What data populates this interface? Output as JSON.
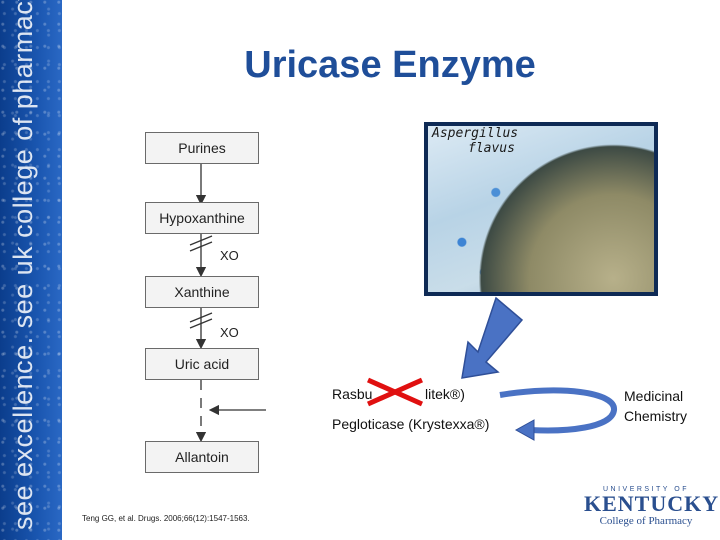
{
  "brand": {
    "tagline": "see excellence. see uk college of pharmacy."
  },
  "slide": {
    "title": "Uricase Enzyme"
  },
  "pathway": {
    "purines": "Purines",
    "hypoxanthine": "Hypoxanthine",
    "xanthine": "Xanthine",
    "uric_acid": "Uric acid",
    "allantoin": "Allantoin",
    "xo_label": "XO"
  },
  "photo": {
    "caption_line1": "Aspergillus",
    "caption_line2": "flavus"
  },
  "drugs": {
    "rasburicase_prefix": "Rasbu",
    "rasburicase_suffix": "litek®)",
    "pegloticase": "Pegloticase (Krystexxa®)"
  },
  "medchem": {
    "line1": "Medicinal",
    "line2": "Chemistry"
  },
  "reference": "Teng GG, et al. Drugs. 2006;66(12):1547-1563.",
  "logo": {
    "line1": "UNIVERSITY OF",
    "line2": "KENTUCKY",
    "line3": "College of Pharmacy"
  },
  "colors": {
    "title": "#1f4e99",
    "brand_bar": "#1a56b0",
    "arrow_blue": "#4a72c4",
    "cross_red": "#e01010"
  }
}
